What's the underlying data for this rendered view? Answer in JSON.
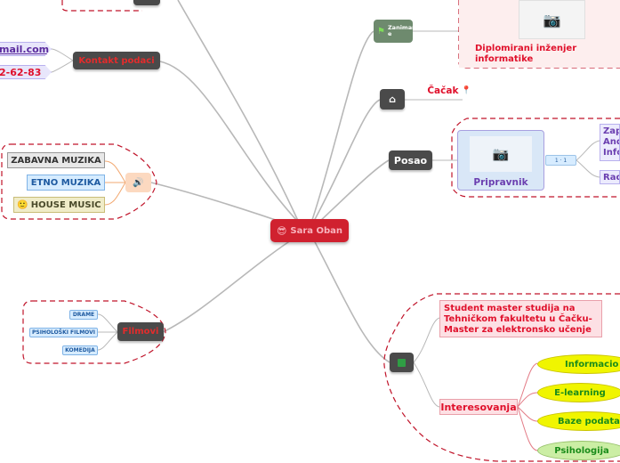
{
  "central": {
    "label": "Sara Oban",
    "icon": "sunglasses-smiley-icon"
  },
  "top_cut_node": {
    "label": ""
  },
  "kontakt": {
    "label": "Kontakt podaci",
    "email": "mail.com",
    "phone": "2-62-83"
  },
  "muzika": {
    "icon": "speaker-icon",
    "items": [
      "ZABAVNA MUZIKA",
      "ETNO MUZIKA",
      "HOUSE MUSIC"
    ],
    "item_icons": [
      "",
      "",
      "smiley-icon"
    ]
  },
  "filmovi": {
    "label": "Filmovi",
    "items": [
      "DRAME",
      "PSIHOLOŠKI FILMOVI",
      "KOMEDIJA"
    ]
  },
  "zanimanje": {
    "label": "Zanimanj e",
    "icon": "flag-icon",
    "attachment_icon": "book-icon",
    "child": "Diplomirani inženjer informatike",
    "image_icon": "camera-icon"
  },
  "lokacija": {
    "icon": "home-icon",
    "child": "Čačak",
    "child_icon": "map-pin-icon"
  },
  "posao": {
    "label": "Posao",
    "star_icon": "star-icon",
    "child": "Pripravnik",
    "child_image_icon": "camera-icon",
    "badge": "1 · 1",
    "sub_items": [
      "Zap Andr Info",
      "Rad"
    ]
  },
  "obrazovanje": {
    "icon": "book-icon",
    "note": "Student master studija na Tehničkom fakultetu u Čačku- Master za elektronsko učenje",
    "interesovanja": "Interesovanja",
    "interests": [
      "Informacio",
      "E-learning",
      "Baze podata",
      "Psihologija"
    ]
  },
  "colors": {
    "central": "#d0212f",
    "dark_node": "#4a4a4a",
    "accent_red": "#e0102b",
    "dashed_border": "#c0142a",
    "branch_line": "#b5b5b5"
  }
}
